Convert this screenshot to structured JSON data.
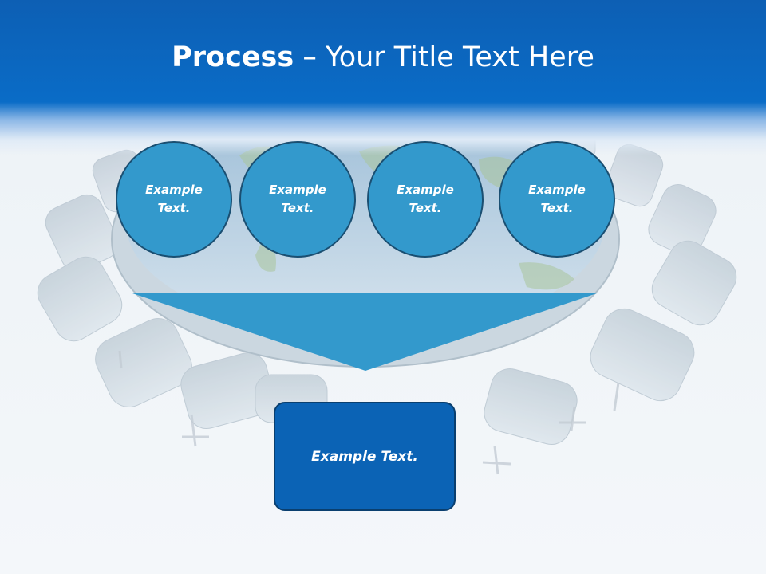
{
  "slide": {
    "title_bold": "Process",
    "title_rest": " – Your Title Text Here"
  },
  "circles": [
    {
      "line1": "Example",
      "line2": "Text."
    },
    {
      "line1": "Example",
      "line2": "Text."
    },
    {
      "line1": "Example",
      "line2": "Text."
    },
    {
      "line1": "Example",
      "line2": "Text."
    }
  ],
  "result_box": {
    "text": "Example Text."
  },
  "colors": {
    "header_blue": "#0a6cc7",
    "circle_fill": "#3399cc",
    "circle_border": "#1a4f72",
    "funnel_fill": "#3399cc",
    "box_fill": "#0b63b5"
  }
}
